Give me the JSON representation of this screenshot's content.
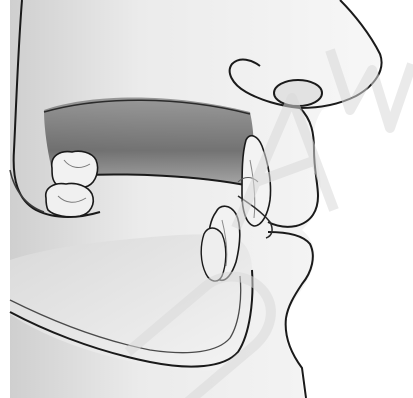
{
  "illustration": {
    "subject": "lateral-jaw-profile",
    "icon_name": "jaw-profile-illustration",
    "colors": {
      "outline": "#1a1a1a",
      "shade_dark": "#6f6f6f",
      "shade_mid": "#bdbdbd",
      "shade_light": "#ececec",
      "background": "#ffffff"
    }
  },
  "watermark": {
    "text": "D A W",
    "color": "#d9d9d9"
  }
}
